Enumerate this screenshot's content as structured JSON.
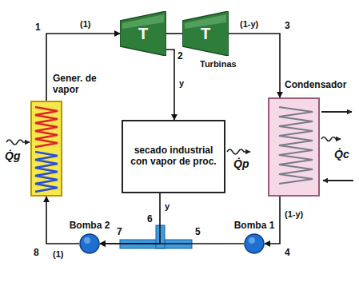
{
  "diagram": {
    "nodes": [
      {
        "text": [
          "T"
        ]
      },
      {
        "text": [
          "T"
        ]
      },
      {
        "text": [
          "Gener. de vapor"
        ]
      },
      {
        "text": [
          "secado industrial con vapor de proc."
        ]
      },
      {
        "text": [
          "Condensador"
        ]
      },
      {
        "text": [
          "Bomba 2"
        ]
      },
      {
        "text": [
          "Bomba 1"
        ]
      }
    ],
    "edges": [
      {
        "from": 2,
        "to": 0,
        "arrow": "to",
        "label": "(1)"
      },
      {
        "from": 0,
        "to": 1,
        "arrow": "none"
      },
      {
        "from": 0,
        "to": 3,
        "arrow": "to",
        "label": "y"
      },
      {
        "from": 1,
        "to": 4,
        "arrow": "to",
        "label": "(1-y)"
      },
      {
        "from": 4,
        "to": 6,
        "arrow": "to",
        "label": "(1-y)"
      },
      {
        "from": 6,
        "to": 5,
        "arrow": "to"
      },
      {
        "from": 3,
        "to": 5,
        "arrow": "to",
        "label": "y"
      },
      {
        "from": 5,
        "to": 2,
        "arrow": "to",
        "label": "(1)"
      }
    ],
    "labels": [
      "1",
      "2",
      "3",
      "4",
      "5",
      "6",
      "7",
      "8",
      "Turbinas",
      "Q̇g",
      "Q̇p",
      "Q̇c"
    ]
  }
}
